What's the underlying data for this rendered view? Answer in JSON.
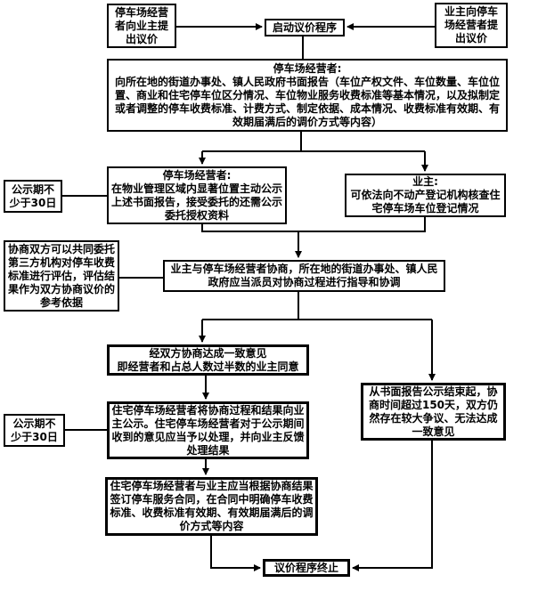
{
  "flowchart": {
    "nodes": {
      "operator_propose": {
        "text": "停车场经营\n者向业主提\n出议价"
      },
      "start_procedure": {
        "text": "启动议价程序"
      },
      "owner_propose": {
        "text": "业主向停车\n场经营者提\n出议价"
      },
      "written_report": {
        "text": "停车场经营者:\n向所在地的街道办事处、镇人民政府书面报告（车位产权文件、车位数量、车位位置、商业和住宅停车位区分情况、车位物业服务收费标准等基本情况，以及拟制定或者调整的停车收费标准、计费方式、制定依据、成本情况、收费标准有效期、有效期届满后的调价方式等内容）"
      },
      "publicity_period_1": {
        "text": "公示期不\n少于30日"
      },
      "operator_publicize": {
        "text": "停车场经营者:\n在物业管理区域内显著位置主动公示上述书面报告，接受委托的还需公示委托授权资料"
      },
      "owner_verify": {
        "text": "业主:\n可依法向不动产登记机构核查住宅停车场车位登记情况"
      },
      "third_party_evaluation": {
        "text": "协商双方可以共同委托第三方机构对停车收费标准进行评估，评估结果作为双方协商议价的参考依据"
      },
      "negotiation": {
        "text": "业主与停车场经营者协商，所在地的街道办事处、镇人民政府应当派员对协商过程进行指导和协调"
      },
      "agreement_reached": {
        "text": "经双方协商达成一致意见\n即经营者和占总人数过半数的业主同意"
      },
      "dispute_over_150_days": {
        "text": "从书面报告公示结束起，协商时间超过150天，双方仍然存在较大争议、无法达成一致意见"
      },
      "publicity_period_2": {
        "text": "公示期不\n少于30日"
      },
      "publicize_result": {
        "text": "住宅停车场经营者将协商过程和结果向业主公示。住宅停车场经营者对于公示期间收到的意见应当予以处理，并向业主反馈处理结果"
      },
      "sign_contract": {
        "text": "住宅停车场经营者与业主应当根据协商结果签订停车服务合同，在合同中明确停车收费标准、收费标准有效期、有效期届满后的调价方式等内容"
      },
      "procedure_end": {
        "text": "议价程序终止"
      }
    },
    "colors": {
      "line": "#000000",
      "box_border": "#000000",
      "background": "#ffffff"
    }
  }
}
